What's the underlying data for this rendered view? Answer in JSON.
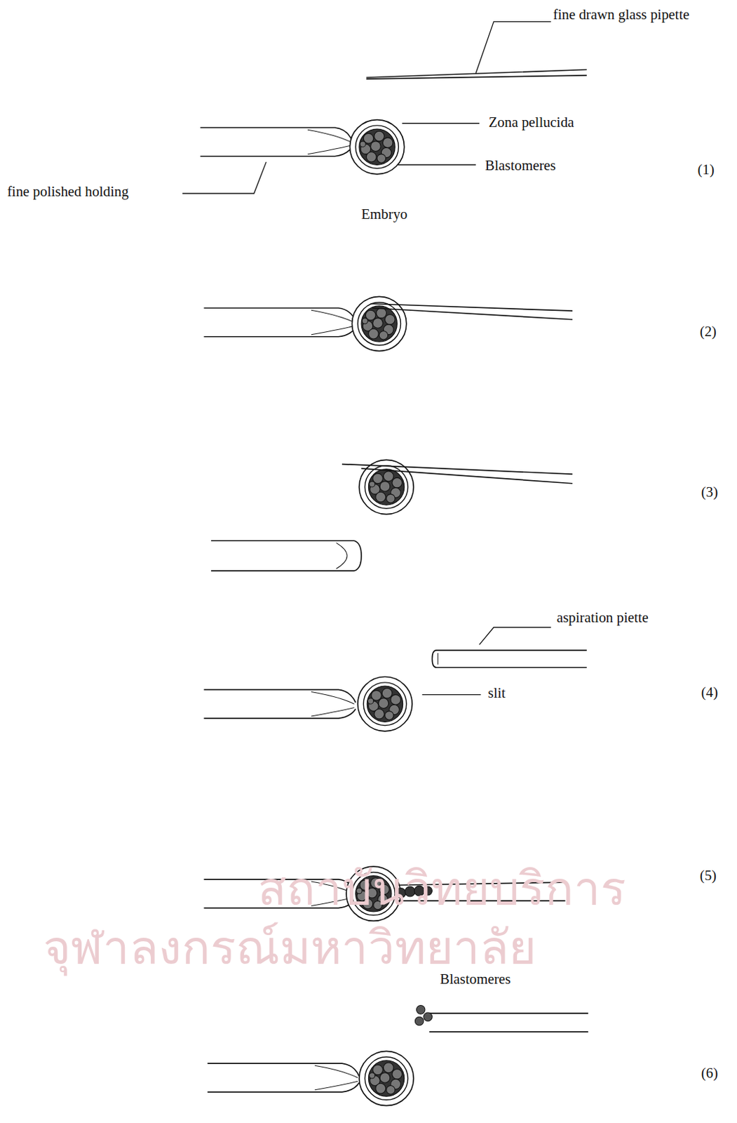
{
  "diagram": {
    "labels": [
      "fine drawn glass pipette",
      "Zona pellucida",
      "Blastomeres",
      "(1)",
      "fine polished holding",
      "Embryo",
      "(2)",
      "(3)",
      "aspiration piette",
      "slit",
      "(4)",
      "(5)",
      "Blastomeres",
      "(6)",
      "สถาบันวิทยบริการ",
      "จุฬาลงกรณ์มหาวิทยาลัย"
    ]
  }
}
